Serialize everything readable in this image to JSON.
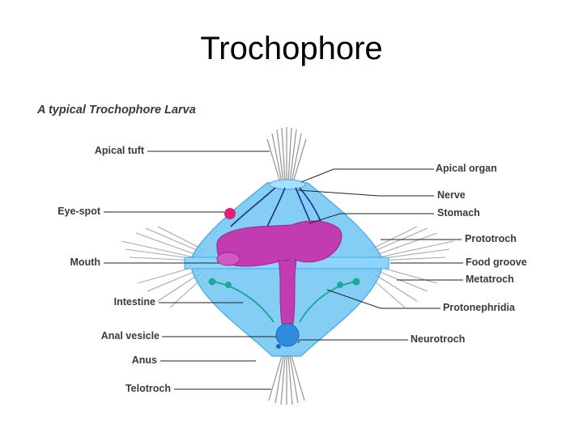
{
  "title": "Trochophore",
  "figure_caption": "A typical Trochophore Larva",
  "labels_left": [
    "Apical tuft",
    "Eye-spot",
    "Mouth",
    "Intestine",
    "Anal vesicle",
    "Anus",
    "Telotroch"
  ],
  "labels_right": [
    "Apical organ",
    "Nerve",
    "Stomach",
    "Prototroch",
    "Food groove",
    "Metatroch",
    "Protonephridia",
    "Neurotroch"
  ],
  "colors": {
    "body": "#6fc6f5",
    "body_dark": "#3fa7ea",
    "stomach": "#c23bb0",
    "stomach_light": "#e07ad6",
    "eye_spot": "#e0207a",
    "nerve": "#1a2f8a",
    "protonephridia": "#1fa89a",
    "cilia": "#9a9a9a",
    "anal_vesicle": "#2f8de0",
    "leader_line": "#222222"
  }
}
